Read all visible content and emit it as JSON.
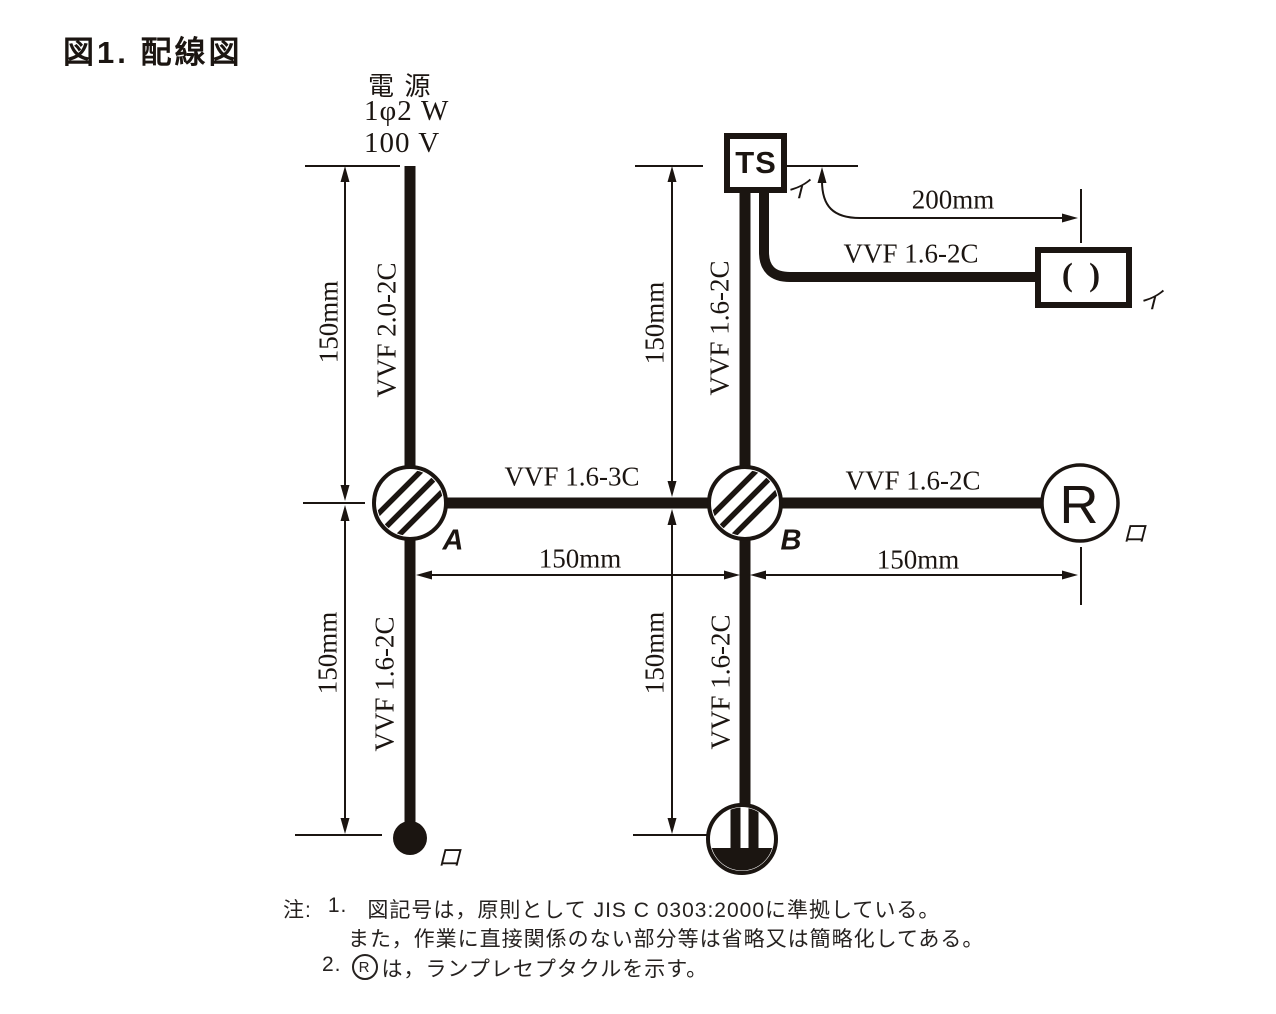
{
  "title": "図1. 配線図",
  "power": {
    "name": "電 源",
    "phase": "1φ2 W",
    "voltage": "100 V"
  },
  "cables": {
    "source": "VVF 2.0-2C",
    "switch_leg": "VVF 1.6-2C",
    "timer_leg": "VVF 1.6-2C",
    "outlet_leg": "VVF 1.6-2C",
    "a_to_b": "VVF 1.6-3C",
    "b_to_lamp": "VVF 1.6-2C",
    "timer_to_ceiling": "VVF 1.6-2C"
  },
  "dimensions": {
    "d150": "150mm",
    "d200": "200mm"
  },
  "devices": {
    "junction_a": "A",
    "junction_b": "B",
    "timer_switch": "TS",
    "ceiling_rosette": "( )",
    "lamp_receptacle": "R",
    "circuit_i": "イ",
    "circuit_ro": "ロ"
  },
  "notes": {
    "prefix": "注:",
    "item1_number": "1.",
    "item1_text": "図記号は，原則として JIS C 0303:2000に準拠している。",
    "item1_text2": "また，作業に直接関係のない部分等は省略又は簡略化してある。",
    "item2_number": "2.",
    "item2_symbol": "R",
    "item2_text": "は，ランプレセプタクルを示す。"
  },
  "colors": {
    "ink": "#1b1511",
    "background": "#ffffff"
  }
}
